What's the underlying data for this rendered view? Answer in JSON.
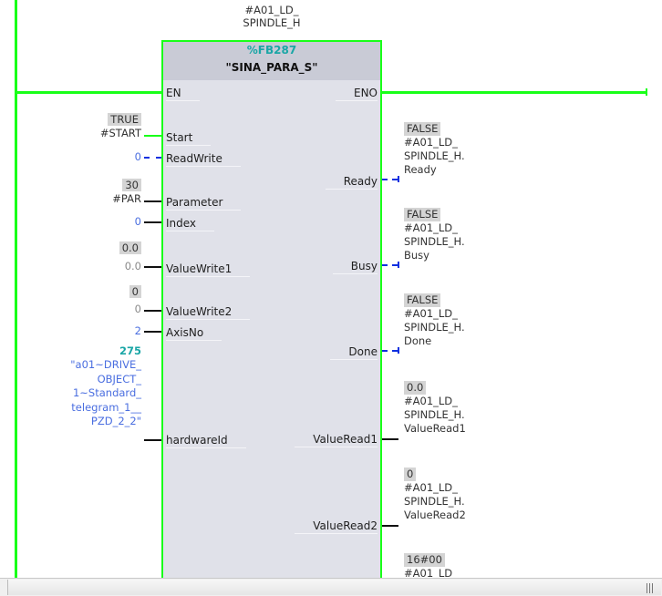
{
  "instance": {
    "line1": "#A01_LD_",
    "line2": "SPINDLE_H"
  },
  "block": {
    "number": "%FB287",
    "name": "\"SINA_PARA_S\"",
    "en": "EN",
    "eno": "ENO"
  },
  "inputs": [
    {
      "pin": "Start",
      "value": "TRUE",
      "operand": "#START",
      "wire": "green"
    },
    {
      "pin": "ReadWrite",
      "operand": "0",
      "wire": "dashed-blue"
    },
    {
      "pin": "Parameter",
      "value": "30",
      "operand": "#PAR",
      "wire": "black"
    },
    {
      "pin": "Index",
      "operand": "0",
      "wire": "black"
    },
    {
      "pin": "ValueWrite1",
      "value": "0.0",
      "operand": "0.0",
      "wire": "black"
    },
    {
      "pin": "ValueWrite2",
      "value": "0",
      "operand": "0",
      "wire": "black"
    },
    {
      "pin": "AxisNo",
      "operand": "2",
      "wire": "black"
    },
    {
      "pin": "hardwareId",
      "value": "275",
      "operand_lines": [
        "\"a01~DRIVE_",
        "OBJECT_",
        "1~Standard_",
        "telegram_1__",
        "PZD_2_2\""
      ],
      "wire": "black"
    }
  ],
  "outputs": [
    {
      "pin": "Ready",
      "value": "FALSE",
      "operand_lines": [
        "#A01_LD_",
        "SPINDLE_H.",
        "Ready"
      ],
      "wire": "dashed-blue"
    },
    {
      "pin": "Busy",
      "value": "FALSE",
      "operand_lines": [
        "#A01_LD_",
        "SPINDLE_H.",
        "Busy"
      ],
      "wire": "dashed-blue"
    },
    {
      "pin": "Done",
      "value": "FALSE",
      "operand_lines": [
        "#A01_LD_",
        "SPINDLE_H.",
        "Done"
      ],
      "wire": "dashed-blue"
    },
    {
      "pin": "ValueRead1",
      "value": "0.0",
      "operand_lines": [
        "#A01_LD_",
        "SPINDLE_H.",
        "ValueRead1"
      ],
      "wire": "black"
    },
    {
      "pin": "ValueRead2",
      "value": "0",
      "operand_lines": [
        "#A01_LD_",
        "SPINDLE_H.",
        "ValueRead2"
      ],
      "wire": "black"
    },
    {
      "value": "16#00",
      "operand_lines": [
        "#A01_LD_"
      ]
    }
  ],
  "colors": {
    "power_flow": "#18ff18",
    "block_body": "#e0e1e9",
    "block_header": "#c9cbd6",
    "constant": "#4a6ee0",
    "block_number": "#1aa6a6",
    "not_powered": "#1030e0"
  }
}
